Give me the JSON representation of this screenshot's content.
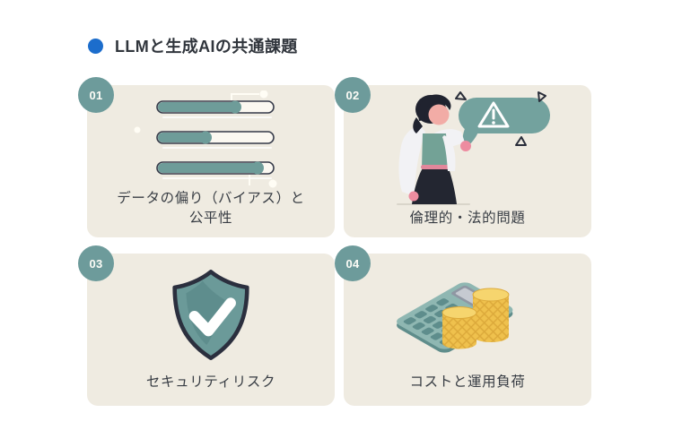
{
  "header": {
    "title": "LLMと生成AIの共通課題"
  },
  "palette": {
    "page_bg": "#ffffff",
    "card_bg": "#efebe1",
    "accent_blue": "#1c6dcc",
    "teal": "#6e9c99",
    "teal_dark": "#5e8d8c",
    "outline_dark": "#2b2f3e",
    "text_dark": "#383d44",
    "badge_bg": "#6d9b9b",
    "badge_text": "#fcfcf6",
    "coin_gold": "#efc14d",
    "skin_pink": "#f2aca6",
    "hand_pink": "#ed8ca0"
  },
  "cards": [
    {
      "number": "01",
      "lines": [
        "データの偏り（バイアス）と",
        "公平性"
      ],
      "illustration": "progress-bars"
    },
    {
      "number": "02",
      "lines": [
        "倫理的・法的問題"
      ],
      "illustration": "person-warning-bubble"
    },
    {
      "number": "03",
      "lines": [
        "セキュリティリスク"
      ],
      "illustration": "shield-check"
    },
    {
      "number": "04",
      "lines": [
        "コストと運用負荷"
      ],
      "illustration": "calculator-coins"
    }
  ]
}
